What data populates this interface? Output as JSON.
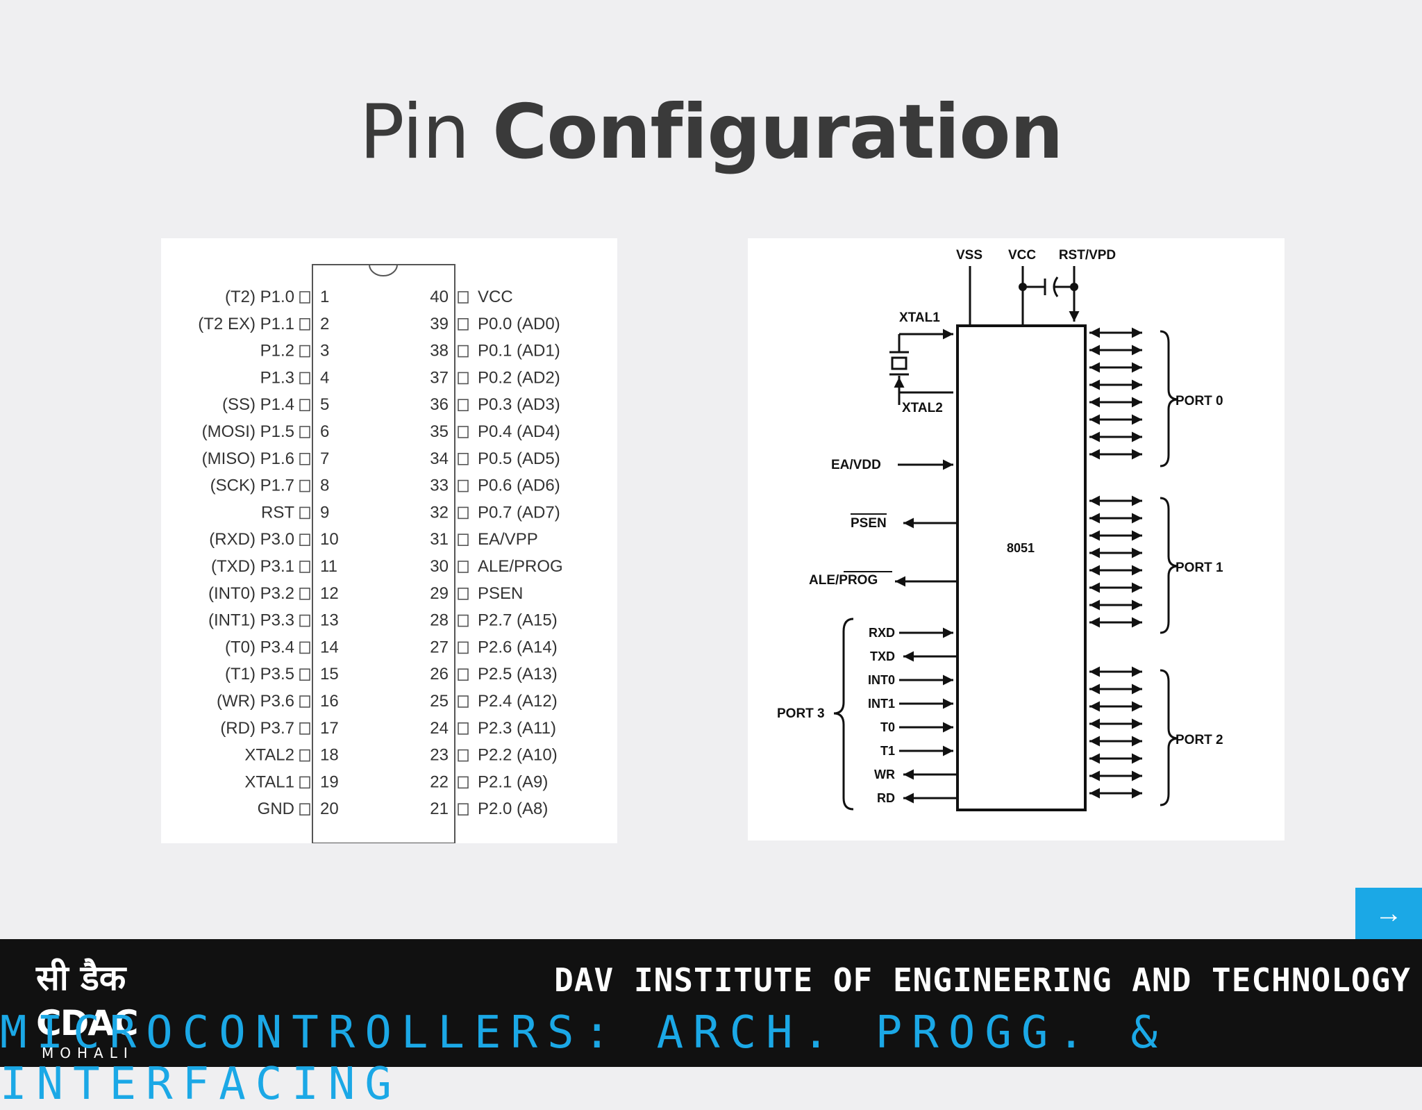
{
  "slide": {
    "title_regular": "Pin",
    "title_bold": "Configuration"
  },
  "dip": {
    "left_pins": [
      {
        "num": "1",
        "label": "(T2) P1.0"
      },
      {
        "num": "2",
        "label": "(T2 EX) P1.1"
      },
      {
        "num": "3",
        "label": "P1.2"
      },
      {
        "num": "4",
        "label": "P1.3"
      },
      {
        "num": "5",
        "label": "(SS) P1.4"
      },
      {
        "num": "6",
        "label": "(MOSI) P1.5"
      },
      {
        "num": "7",
        "label": "(MISO) P1.6"
      },
      {
        "num": "8",
        "label": "(SCK) P1.7"
      },
      {
        "num": "9",
        "label": "RST"
      },
      {
        "num": "10",
        "label": "(RXD) P3.0"
      },
      {
        "num": "11",
        "label": "(TXD) P3.1"
      },
      {
        "num": "12",
        "label": "(INT0) P3.2"
      },
      {
        "num": "13",
        "label": "(INT1) P3.3"
      },
      {
        "num": "14",
        "label": "(T0) P3.4"
      },
      {
        "num": "15",
        "label": "(T1) P3.5"
      },
      {
        "num": "16",
        "label": "(WR) P3.6"
      },
      {
        "num": "17",
        "label": "(RD) P3.7"
      },
      {
        "num": "18",
        "label": "XTAL2"
      },
      {
        "num": "19",
        "label": "XTAL1"
      },
      {
        "num": "20",
        "label": "GND"
      }
    ],
    "right_pins": [
      {
        "num": "40",
        "label": "VCC"
      },
      {
        "num": "39",
        "label": "P0.0 (AD0)"
      },
      {
        "num": "38",
        "label": "P0.1 (AD1)"
      },
      {
        "num": "37",
        "label": "P0.2 (AD2)"
      },
      {
        "num": "36",
        "label": "P0.3 (AD3)"
      },
      {
        "num": "35",
        "label": "P0.4 (AD4)"
      },
      {
        "num": "34",
        "label": "P0.5 (AD5)"
      },
      {
        "num": "33",
        "label": "P0.6 (AD6)"
      },
      {
        "num": "32",
        "label": "P0.7 (AD7)"
      },
      {
        "num": "31",
        "label": "EA/VPP"
      },
      {
        "num": "30",
        "label": "ALE/PROG"
      },
      {
        "num": "29",
        "label": "PSEN"
      },
      {
        "num": "28",
        "label": "P2.7 (A15)"
      },
      {
        "num": "27",
        "label": "P2.6 (A14)"
      },
      {
        "num": "26",
        "label": "P2.5 (A13)"
      },
      {
        "num": "25",
        "label": "P2.4 (A12)"
      },
      {
        "num": "24",
        "label": "P2.3 (A11)"
      },
      {
        "num": "23",
        "label": "P2.2 (A10)"
      },
      {
        "num": "22",
        "label": "P2.1 (A9)"
      },
      {
        "num": "21",
        "label": "P2.0 (A8)"
      }
    ]
  },
  "block": {
    "chip_label": "8051",
    "top_labels": {
      "vss": "VSS",
      "vcc": "VCC",
      "rst": "RST/VPD"
    },
    "xtal1": "XTAL1",
    "xtal2": "XTAL2",
    "ea": "EA/VDD",
    "psen": "PSEN",
    "ale": "ALE/PROG",
    "port3_signals": [
      "RXD",
      "TXD",
      "INT0",
      "INT1",
      "T0",
      "T1",
      "WR",
      "RD"
    ],
    "port0": "PORT 0",
    "port1": "PORT 1",
    "port2": "PORT 2",
    "port3": "PORT 3"
  },
  "nav": {
    "next_icon": "→"
  },
  "footer": {
    "logo_hindi": "सी डैक",
    "logo_brand": "CDAC",
    "logo_city": "MOHALI",
    "institute": "DAV INSTITUTE OF ENGINEERING AND TECHNOLOGY",
    "course": "MICROCONTROLLERS: ARCH. PROGG. & INTERFACING"
  }
}
